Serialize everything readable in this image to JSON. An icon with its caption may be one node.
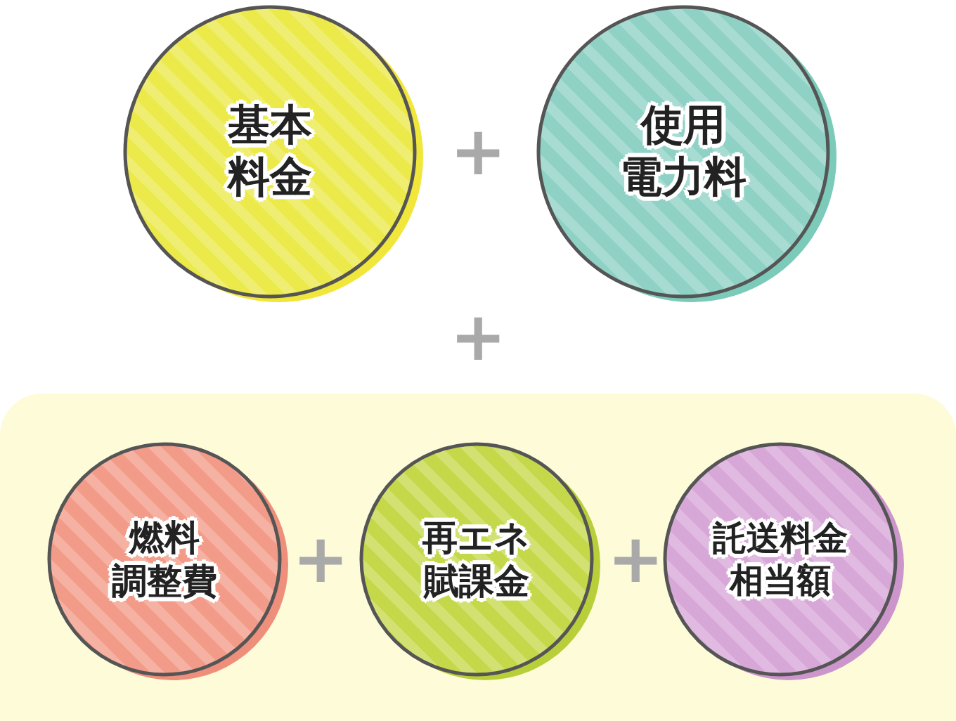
{
  "diagram": {
    "nodes": [
      {
        "text": [
          "基本料金"
        ]
      },
      {
        "text": [
          "使用電力料"
        ]
      },
      {
        "text": [],
        "shape": "box"
      },
      {
        "text": [
          "燃料調整費"
        ],
        "in": 2
      },
      {
        "text": [
          "再エネ賦課金"
        ],
        "in": 2
      },
      {
        "text": [
          "託送料金相当額"
        ],
        "in": 2
      }
    ],
    "edges": [],
    "labels": [
      "+",
      "+",
      "+",
      "+"
    ]
  }
}
